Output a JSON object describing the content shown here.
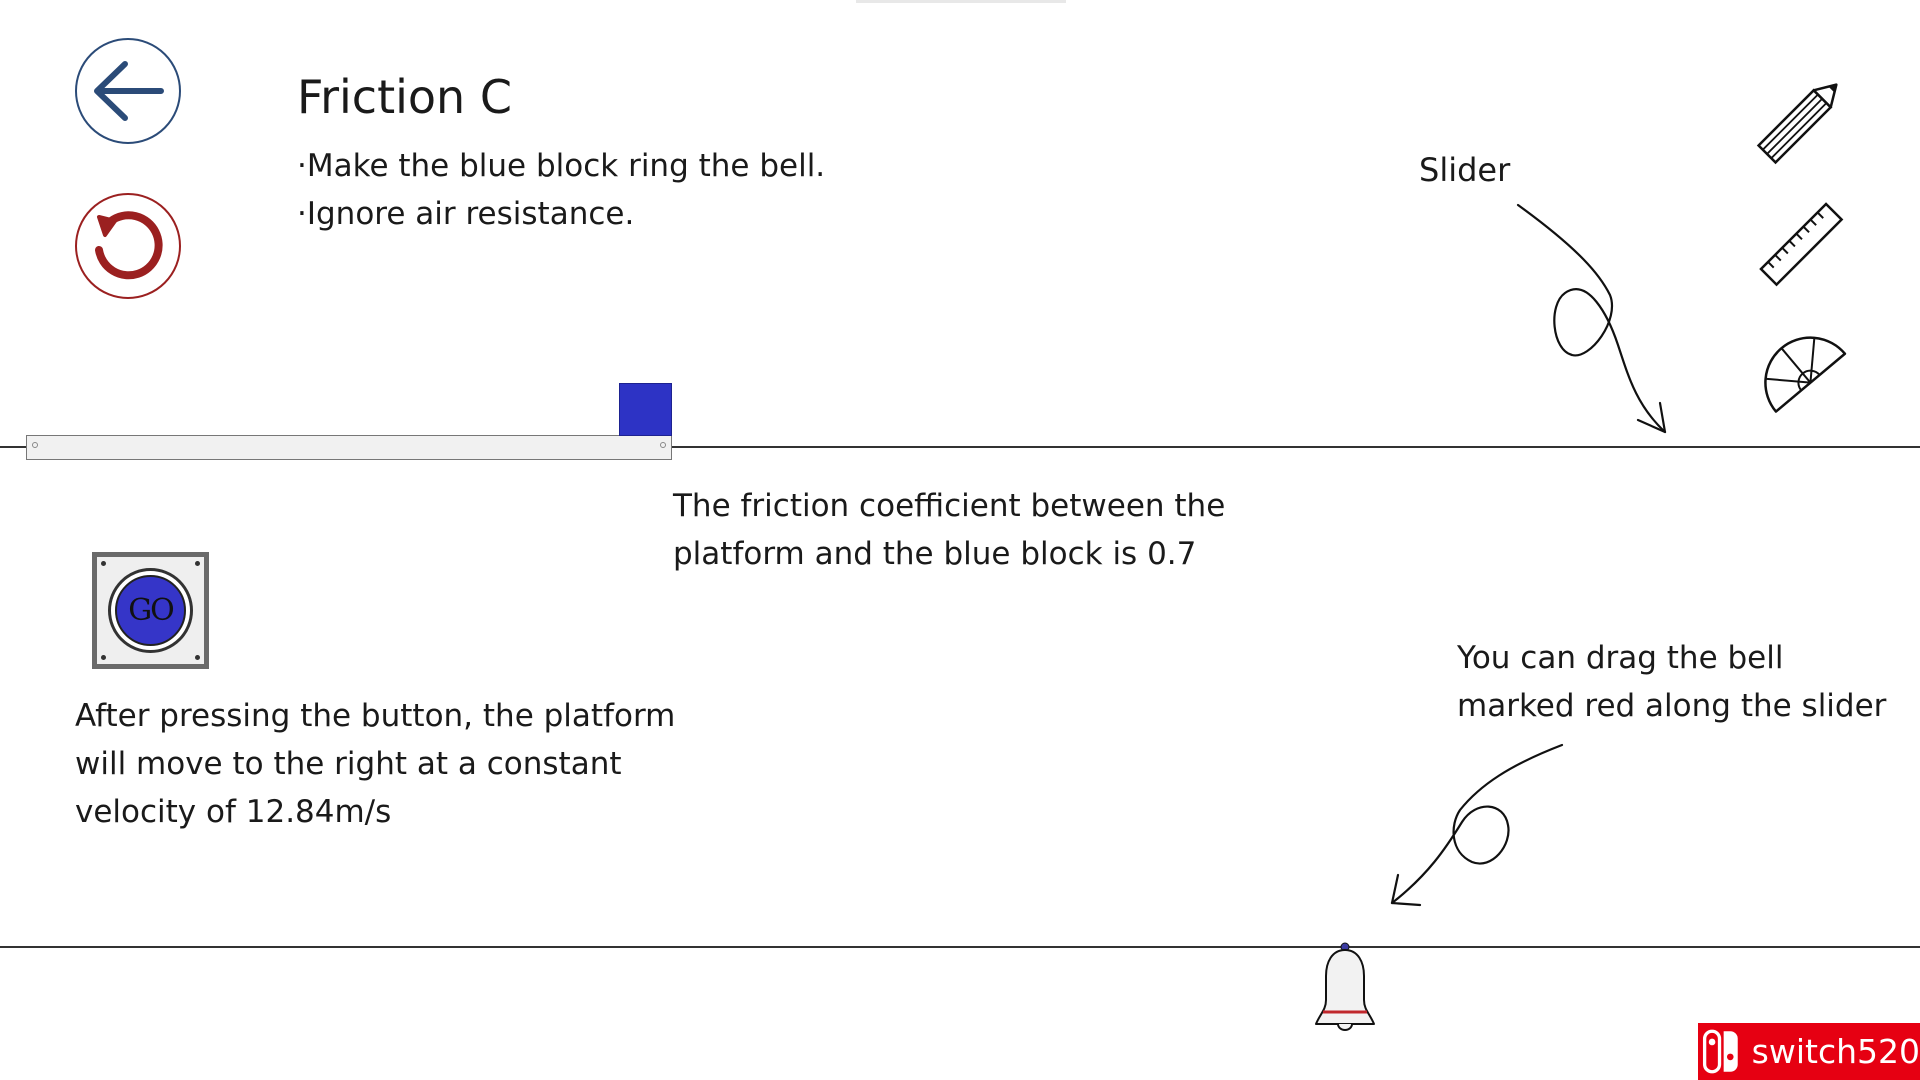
{
  "level": {
    "title": "Friction C",
    "instructions": [
      "·Make the blue block ring the bell.",
      "·Ignore air resistance."
    ]
  },
  "notes": {
    "friction": [
      "The friction coefficient between the",
      "platform and the blue block is 0.7"
    ],
    "velocity": [
      "After pressing the button, the platform",
      "will move to the right at a constant",
      "velocity of 12.84m/s"
    ],
    "drag_bell": [
      "You can drag the bell",
      "marked red along the slider"
    ],
    "slider_label": "Slider"
  },
  "buttons": {
    "go_label": "GO"
  },
  "icons": {
    "back": "arrow-left-icon",
    "reset": "rotate-ccw-icon",
    "pencil": "pencil-icon",
    "ruler": "ruler-icon",
    "protractor": "protractor-icon",
    "bell": "bell-icon"
  },
  "watermark": {
    "text": "switch520"
  },
  "colors": {
    "block": "#2d33c5",
    "go_button": "#3535c8",
    "back_button": "#2b4b78",
    "reset_button": "#9b2020",
    "bell_marker": "#c0282d",
    "watermark": "#e60012"
  }
}
